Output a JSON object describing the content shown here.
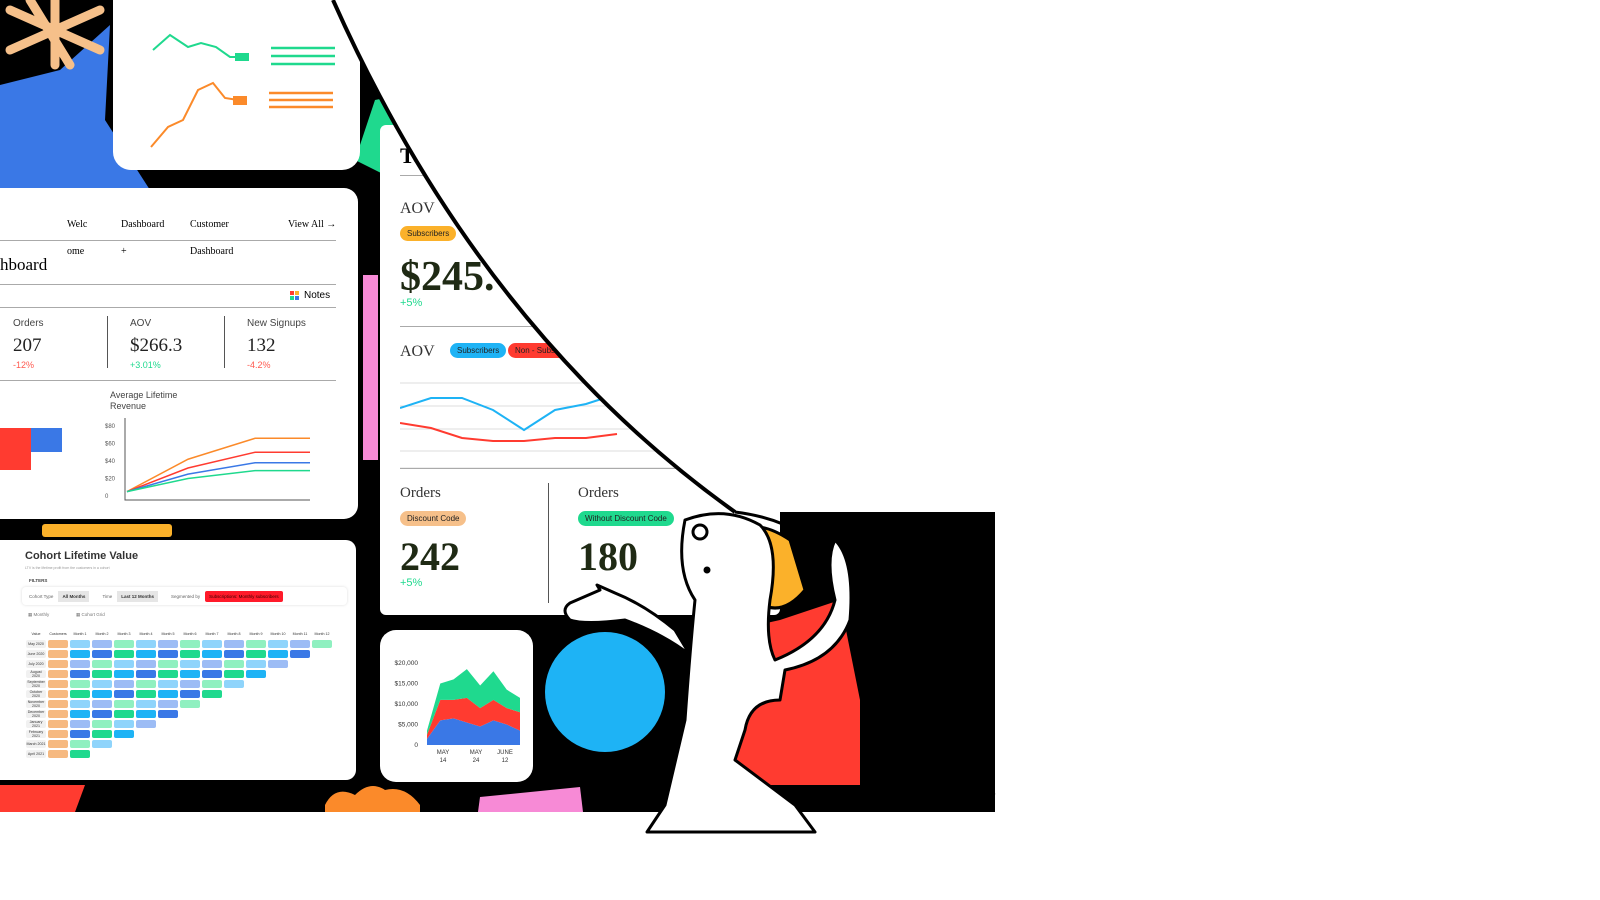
{
  "colors": {
    "black": "#000000",
    "green": "#1fd98e",
    "orange": "#fb8a2a",
    "red": "#ff3b30",
    "blue": "#3a78e6",
    "sky": "#1eb3f5",
    "yellow": "#fbb12a",
    "pink": "#f78ad6",
    "peach": "#f6c08a"
  },
  "main_dashboard": {
    "nav": [
      "Welc",
      "Dashboard",
      "Customer"
    ],
    "nav_sub": [
      "ome",
      "+",
      "Dashboard"
    ],
    "view_all": "View All →",
    "title": "hboard",
    "notes": "Notes",
    "kpis": [
      {
        "label": "Orders",
        "value": "207",
        "delta": "-12%",
        "trend": "down"
      },
      {
        "label": "AOV",
        "value": "$266.3",
        "delta": "+3.01%",
        "trend": "up"
      },
      {
        "label": "New Signups",
        "value": "132",
        "delta": "-4.2%",
        "trend": "down"
      }
    ],
    "chart_title": "Average Lifetime Revenue",
    "chart_data": {
      "type": "line",
      "yticks": [
        "$80",
        "$60",
        "$40",
        "$20",
        "0"
      ],
      "ylim": [
        0,
        80
      ],
      "x": [
        0,
        1,
        2,
        3
      ],
      "series": [
        {
          "color": "#fb8a2a",
          "values": [
            5,
            42,
            66,
            66
          ]
        },
        {
          "color": "#ff3b30",
          "values": [
            5,
            32,
            50,
            50
          ]
        },
        {
          "color": "#3a78e6",
          "values": [
            5,
            25,
            38,
            38
          ]
        },
        {
          "color": "#1fd98e",
          "values": [
            5,
            20,
            29,
            29
          ]
        }
      ]
    }
  },
  "test_dashboard": {
    "title": "Te",
    "aov_label": "AOV",
    "aov_badge": "Subscribers",
    "aov_value": "$245.",
    "aov_delta": "+5%",
    "aov_chart_label": "AOV",
    "legend": [
      "Subscribers",
      "Non - Subscribers"
    ],
    "chart_data": {
      "type": "line",
      "series": [
        {
          "name": "Subscribers",
          "color": "#1eb3f5",
          "values": [
            60,
            70,
            70,
            58,
            38,
            58,
            64,
            74
          ]
        },
        {
          "name": "Non - Subscribers",
          "color": "#ff3b30",
          "values": [
            45,
            40,
            30,
            27,
            27,
            30,
            30,
            34
          ]
        }
      ]
    },
    "orders": [
      {
        "label": "Orders",
        "badge": "Discount Code",
        "value": "242",
        "delta": "+5%"
      },
      {
        "label": "Orders",
        "badge": "Without Discount Code",
        "value": "180"
      }
    ]
  },
  "area_chart": {
    "chart_data": {
      "type": "area",
      "yticks": [
        "$20,000",
        "$15,000",
        "$10,000",
        "$5,000",
        "0"
      ],
      "ylim": [
        0,
        20000
      ],
      "xticks": [
        [
          "MAY",
          "14"
        ],
        [
          "MAY",
          "24"
        ],
        [
          "JUNE",
          "12"
        ]
      ],
      "series": [
        {
          "color": "#3a78e6",
          "values": [
            1500,
            6000,
            6500,
            5500,
            4500,
            6000,
            5000,
            3500
          ]
        },
        {
          "color": "#ff3b30",
          "values": [
            1000,
            5000,
            4500,
            6000,
            4500,
            5000,
            4000,
            4500
          ]
        },
        {
          "color": "#1fd98e",
          "values": [
            1000,
            4000,
            5000,
            7000,
            5500,
            7000,
            4500,
            3500
          ]
        }
      ]
    }
  },
  "cohort": {
    "title": "Cohort Lifetime Value",
    "subtitle": "LTV is the lifetime profit from the customers in a cohort",
    "filters_label": "FILTERS",
    "filters": [
      {
        "label": "Cohort Type",
        "value": "All Months"
      },
      {
        "label": "Time",
        "value": "Last 12 Months"
      },
      {
        "label": "Segmented by",
        "value": "Subscriptions: Monthly subscribers"
      }
    ],
    "views": [
      "Monthly",
      "Cohort Grid"
    ],
    "columns": [
      "Value",
      "Customers",
      "Month 1",
      "Month 2",
      "Month 3",
      "Month 4",
      "Month 5",
      "Month 6",
      "Month 7",
      "Month 8",
      "Month 9",
      "Month 10",
      "Month 11",
      "Month 12"
    ],
    "rows": [
      "May 2020",
      "June 2020",
      "July 2020",
      "August 2020",
      "September 2020",
      "October 2020",
      "November 2020",
      "December 2020",
      "January 2021",
      "February 2021",
      "March 2021",
      "April 2021"
    ]
  }
}
